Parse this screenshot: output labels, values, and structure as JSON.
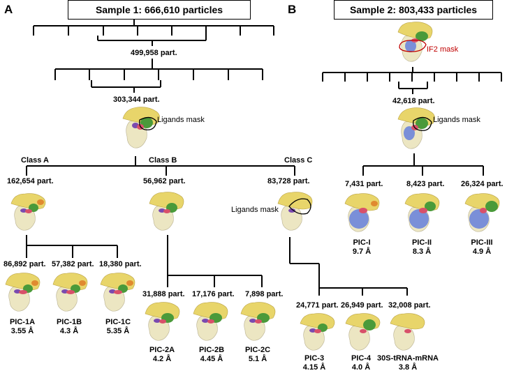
{
  "panels": {
    "a": "A",
    "b": "B"
  },
  "sample1": {
    "title": "Sample 1: 666,610 particles",
    "round1": "499,958 part.",
    "round2": "303,344 part.",
    "ligands_mask": "Ligands mask",
    "classes": {
      "a": {
        "name": "Class A",
        "count": "162,654 part."
      },
      "b": {
        "name": "Class B",
        "count": "56,962 part."
      },
      "c": {
        "name": "Class C",
        "count": "83,728 part."
      }
    },
    "class_c_mask": "Ligands mask",
    "a_sub": [
      {
        "count": "86,892 part.",
        "name": "PIC-1A",
        "res": "3.55 Å"
      },
      {
        "count": "57,382 part.",
        "name": "PIC-1B",
        "res": "4.3 Å"
      },
      {
        "count": "18,380 part.",
        "name": "PIC-1C",
        "res": "5.35 Å"
      }
    ],
    "b_sub": [
      {
        "count": "31,888 part.",
        "name": "PIC-2A",
        "res": "4.2 Å"
      },
      {
        "count": "17,176 part.",
        "name": "PIC-2B",
        "res": "4.45 Å"
      },
      {
        "count": "7,898 part.",
        "name": "PIC-2C",
        "res": "5.1 Å"
      }
    ],
    "c_sub": [
      {
        "count": "24,771 part.",
        "name": "PIC-3",
        "res": "4.15 Å"
      },
      {
        "count": "26,949 part.",
        "name": "PIC-4",
        "res": "4.0 Å"
      },
      {
        "count": "32,008 part.",
        "name": "30S-tRNA-mRNA",
        "res": "3.8 Å"
      }
    ]
  },
  "sample2": {
    "title": "Sample 2: 803,433 particles",
    "if2_mask": "IF2 mask",
    "round1": "42,618 part.",
    "ligands_mask": "Ligands mask",
    "sub": [
      {
        "count": "7,431 part.",
        "name": "PIC-I",
        "res": "9.7 Å"
      },
      {
        "count": "8,423 part.",
        "name": "PIC-II",
        "res": "8.3 Å"
      },
      {
        "count": "26,324 part.",
        "name": "PIC-III",
        "res": "4.9 Å"
      }
    ]
  },
  "colors": {
    "head": "#e8d56a",
    "body": "#ece6c2",
    "ligand_green": "#4a9a3a",
    "ligand_purple": "#7a4ab0",
    "ligand_red": "#d8506a",
    "ligand_orange": "#e08a30",
    "blue": "#7a8fd8",
    "mask_red": "#c00000"
  }
}
